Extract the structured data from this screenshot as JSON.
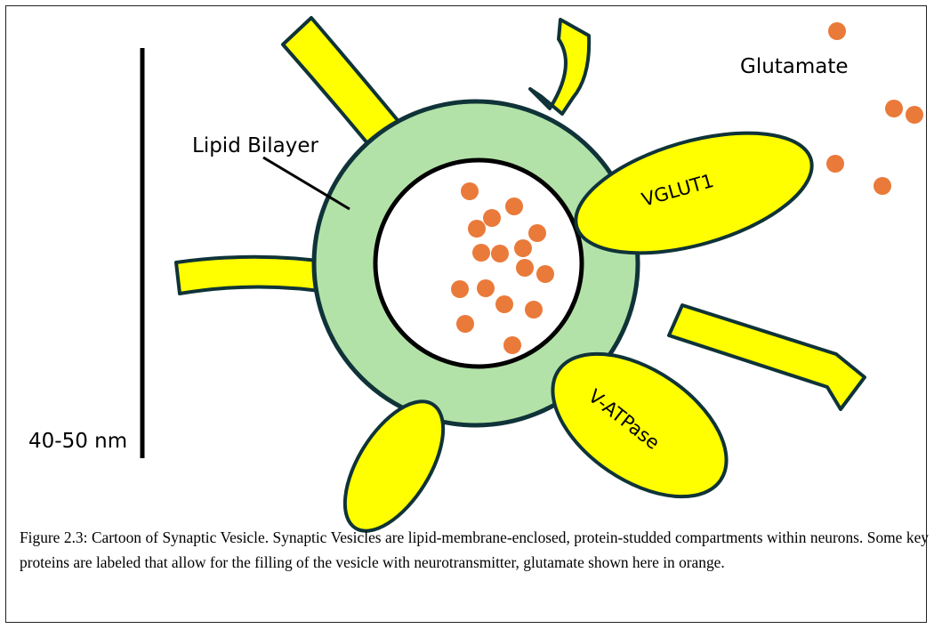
{
  "labels": {
    "glutamate": "Glutamate",
    "lipid_bilayer": "Lipid Bilayer",
    "vglut1": "VGLUT1",
    "v_atpase": "V-ATPase",
    "scale_bar": "40-50 nm"
  },
  "caption": "Figure 2.3: Cartoon of Synaptic Vesicle. Synaptic Vesicles are lipid-membrane-enclosed, protein-studded compartments within neurons. Some key proteins are labeled that allow for the filling of the vesicle with neurotransmitter, glutamate shown here in orange.",
  "colors": {
    "membrane": "#b3e2a8",
    "outline": "#0f3338",
    "protein": "#ffff00",
    "glutamate": "#ea7a3a",
    "vesicle_interior": "#ffffff"
  }
}
